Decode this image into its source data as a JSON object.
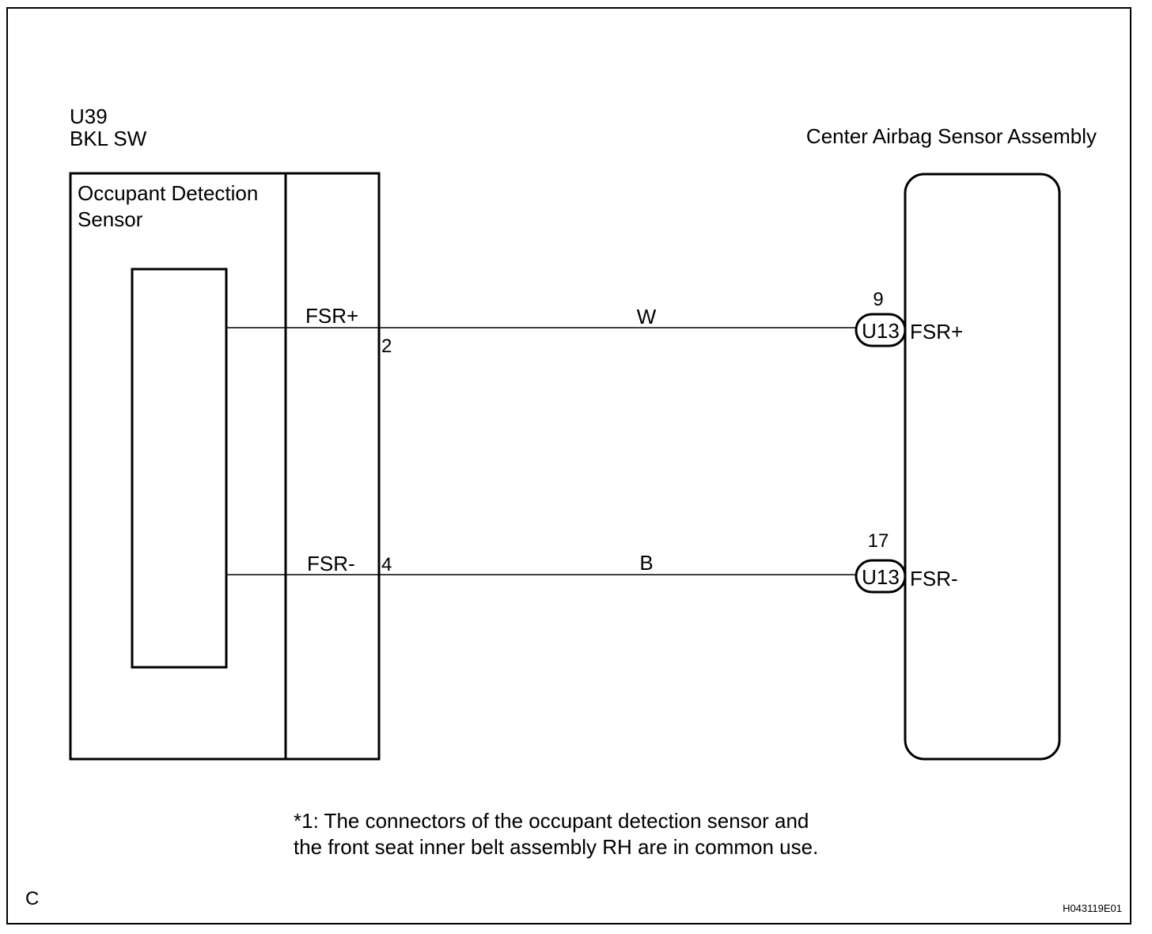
{
  "left_component": {
    "connector_id": "U39",
    "connector_name": "BKL SW",
    "title_line1": "Occupant Detection",
    "title_line2": "Sensor",
    "pins": [
      {
        "name": "FSR+",
        "number": "2"
      },
      {
        "name": "FSR-",
        "number": "4"
      }
    ]
  },
  "right_component": {
    "title": "Center Airbag Sensor Assembly",
    "pins": [
      {
        "connector": "U13",
        "number": "9",
        "name": "FSR+"
      },
      {
        "connector": "U13",
        "number": "17",
        "name": "FSR-"
      }
    ]
  },
  "wires": [
    {
      "color_code": "W"
    },
    {
      "color_code": "B"
    }
  ],
  "note": {
    "line1": "*1: The connectors of the occupant detection sensor and",
    "line2": "the front seat inner belt assembly RH are in common use."
  },
  "footer": {
    "corner_label": "C",
    "figure_id": "H043119E01"
  }
}
